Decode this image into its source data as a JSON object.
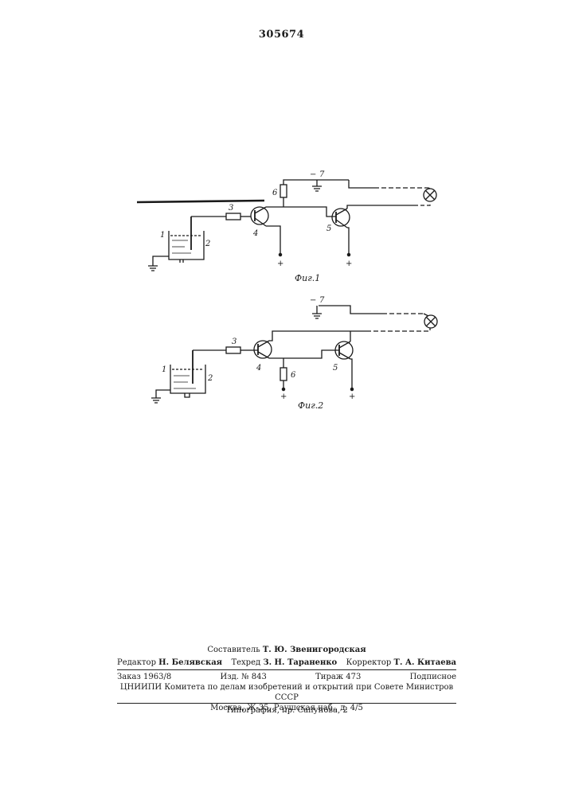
{
  "page": {
    "number": "305674"
  },
  "fig1": {
    "caption": "Фиг.1",
    "labels": {
      "vessel": "1",
      "electrode": "2",
      "resistor": "3",
      "transistor1": "4",
      "transistor2": "5",
      "resistor2": "6",
      "supply": "7"
    },
    "supply_minus": "−",
    "supply_plus_1": "+",
    "supply_plus_2": "+"
  },
  "fig2": {
    "caption": "Фиг.2",
    "labels": {
      "vessel": "1",
      "electrode": "2",
      "resistor": "3",
      "transistor1": "4",
      "transistor2": "5",
      "resistor2": "6",
      "supply": "7"
    },
    "supply_minus": "−",
    "supply_plus_1": "+",
    "supply_plus_2": "+"
  },
  "imprint": {
    "composer_label": "Составитель",
    "composer": "Т. Ю. Звенигородская",
    "editor_label": "Редактор",
    "editor": "Н. Белявская",
    "techeditor_label": "Техред",
    "techeditor": "З. Н. Тараненко",
    "corrector_label": "Корректор",
    "corrector": "Т. А. Китаева",
    "order": "Заказ 1963/8",
    "edition": "Изд. № 843",
    "run": "Тираж 473",
    "subscription": "Подписное",
    "org": "ЦНИИПИ Комитета по делам изобретений и открытий при Совете Министров СССР",
    "address": "Москва, Ж-35, Раушская наб., д. 4/5",
    "printer": "Типография, пр. Сапунова, 2"
  }
}
